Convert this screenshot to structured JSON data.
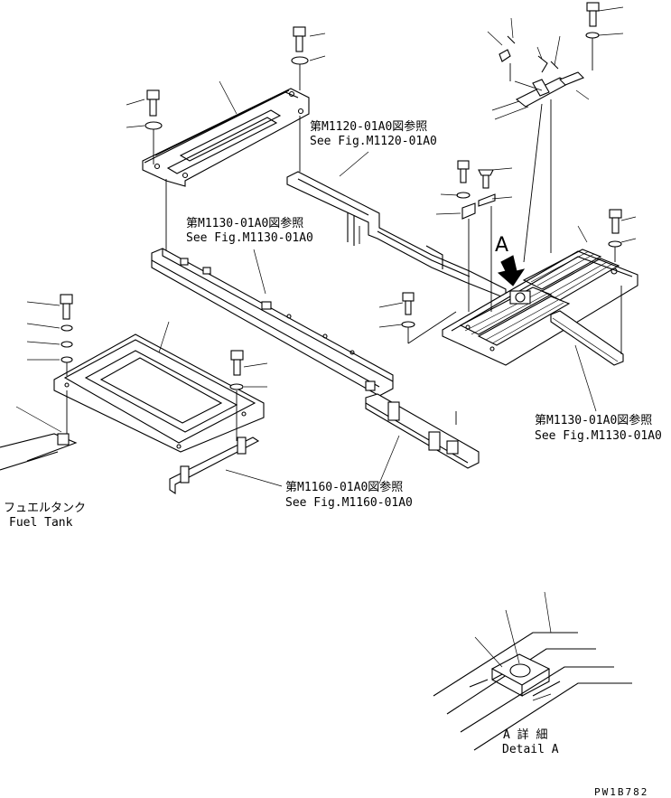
{
  "references": {
    "m1120_upper": {
      "jp": "第M1120-01A0図参照",
      "en": "See Fig.M1120-01A0"
    },
    "m1130_left": {
      "jp": "第M1130-01A0図参照",
      "en": "See Fig.M1130-01A0"
    },
    "m1130_right": {
      "jp": "第M1130-01A0図参照",
      "en": "See Fig.M1130-01A0"
    },
    "m1160": {
      "jp": "第M1160-01A0図参照",
      "en": "See Fig.M1160-01A0"
    }
  },
  "fuel_tank": {
    "jp": "フュエルタンク",
    "en": "Fuel Tank"
  },
  "view_marker": "A",
  "detail": {
    "jp": "A 詳 細",
    "en": "Detail A"
  },
  "drawing_code": "PW1B782"
}
